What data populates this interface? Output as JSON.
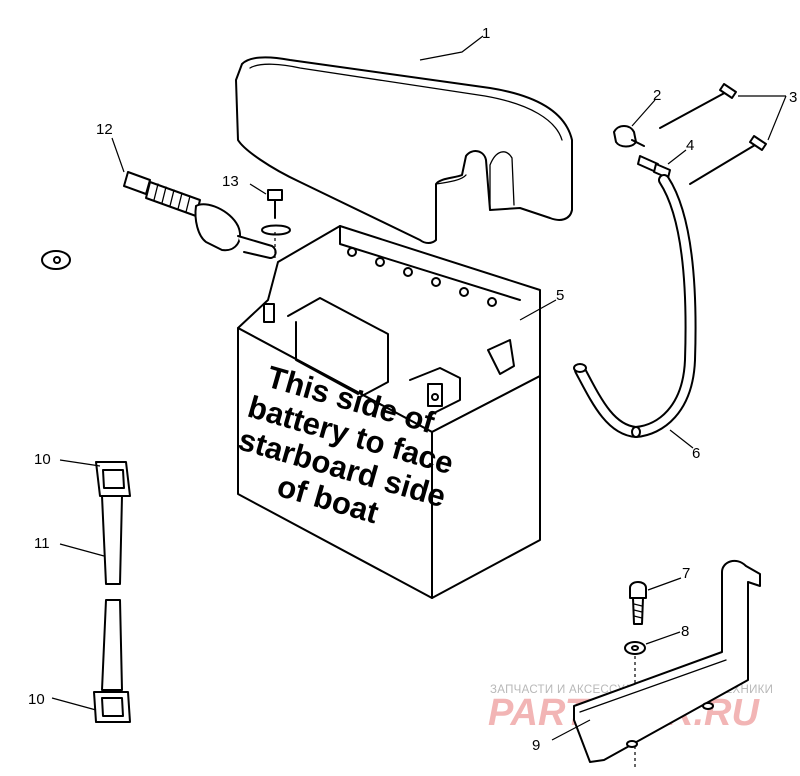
{
  "callouts": {
    "c1": "1",
    "c2": "2",
    "c3": "3",
    "c4": "4",
    "c5": "5",
    "c6": "6",
    "c7": "7",
    "c8": "8",
    "c9": "9",
    "c10a": "10",
    "c10b": "10",
    "c11": "11",
    "c12": "12",
    "c13": "13"
  },
  "battery_label": {
    "line1": "This side of",
    "line2": "battery to face",
    "line3": "starboard side",
    "line4": "of boat"
  },
  "watermark": {
    "caption": "ЗАПЧАСТИ И АКСЕССУАРЫ ДЛЯ МОТОТЕХНИКИ",
    "brand": "PARTSFOR.RU",
    "color": "#e57373"
  }
}
